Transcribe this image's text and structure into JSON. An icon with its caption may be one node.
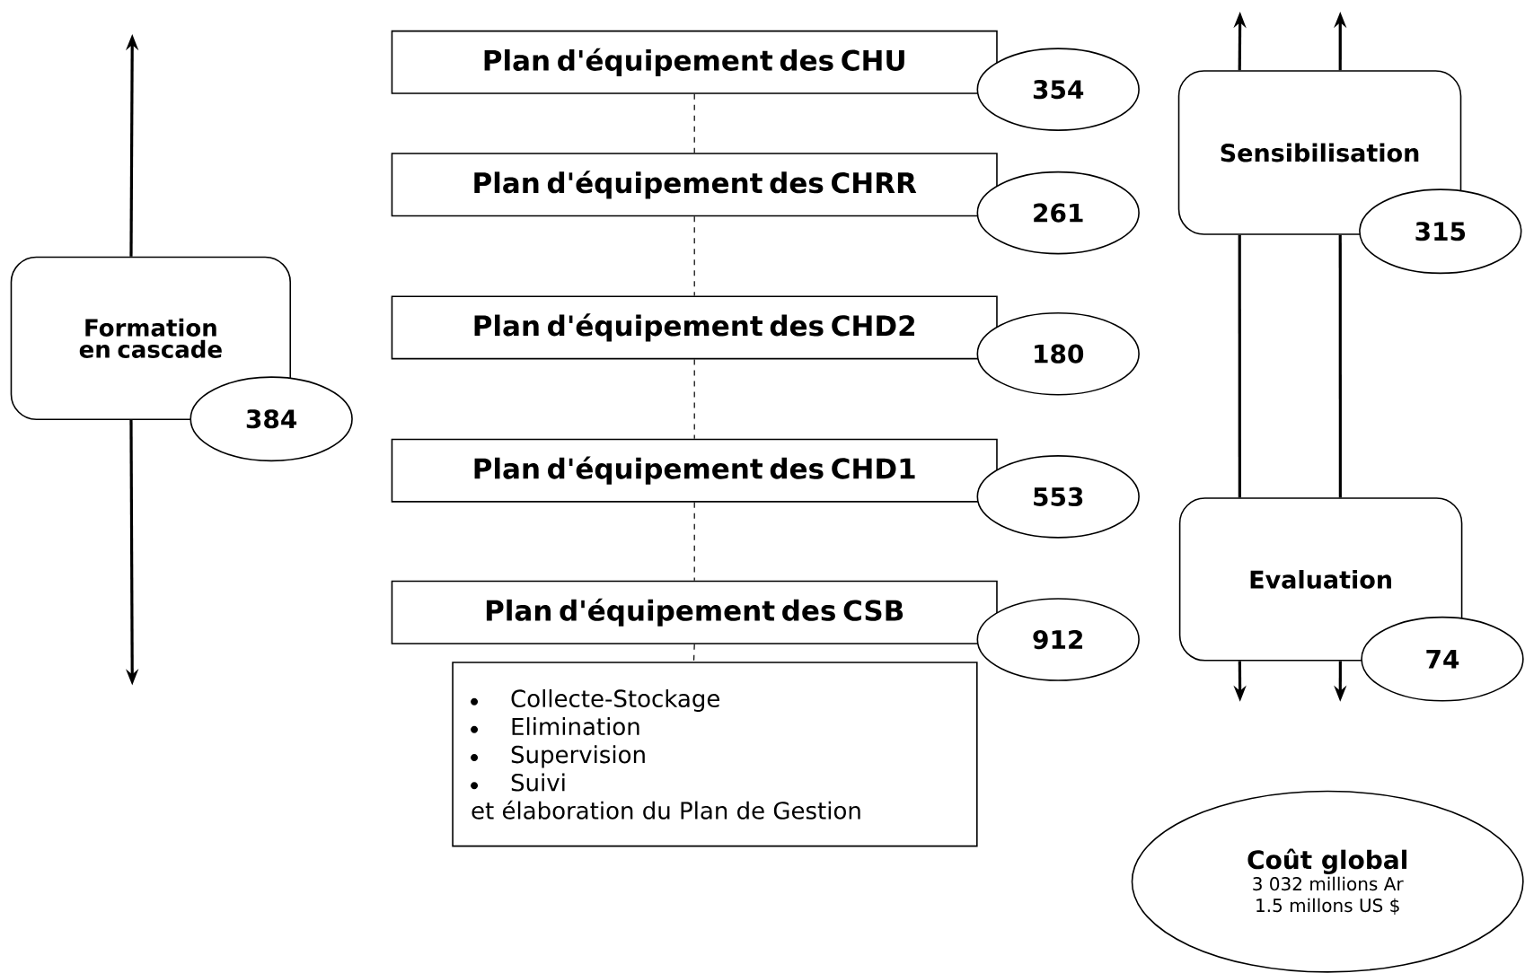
{
  "diagram": {
    "nodes": [
      {
        "text": [
          "Formation en cascade"
        ]
      },
      {
        "text": [
          "384"
        ]
      },
      {
        "text": [
          "Plan d'équipement des CHU"
        ]
      },
      {
        "text": [
          "354"
        ]
      },
      {
        "text": [
          "Plan d'équipement des CHRR"
        ]
      },
      {
        "text": [
          "261"
        ]
      },
      {
        "text": [
          "Plan d'équipement des CHD2"
        ]
      },
      {
        "text": [
          "180"
        ]
      },
      {
        "text": [
          "Plan d'équipement des CHD1"
        ]
      },
      {
        "text": [
          "553"
        ]
      },
      {
        "text": [
          "Plan d'équipement des CSB"
        ]
      },
      {
        "text": [
          "912"
        ]
      },
      {
        "text": [
          "Collecte-Stockage",
          "Elimination",
          "Supervision",
          "Suivi",
          "et élaboration du Plan de Gestion"
        ]
      },
      {
        "text": [
          "Sensibilisation"
        ]
      },
      {
        "text": [
          "315"
        ]
      },
      {
        "text": [
          "Evaluation"
        ]
      },
      {
        "text": [
          "74"
        ]
      },
      {
        "text": [
          "Coût global",
          "3 032 millions Ar",
          "1.5 millons US $"
        ]
      }
    ],
    "edges": [
      {
        "from": 2,
        "to": 4,
        "arrow": "none",
        "style": "dashed"
      },
      {
        "from": 4,
        "to": 6,
        "arrow": "none",
        "style": "dashed"
      },
      {
        "from": 6,
        "to": 8,
        "arrow": "none",
        "style": "dashed"
      },
      {
        "from": 8,
        "to": 10,
        "arrow": "none",
        "style": "dashed"
      },
      {
        "from": 10,
        "to": 12,
        "arrow": "none",
        "style": "dashed"
      },
      {
        "from": 0,
        "to": null,
        "arrow": "to"
      },
      {
        "from": 0,
        "to": null,
        "arrow": "to"
      },
      {
        "from": 13,
        "to": null,
        "arrow": "to"
      },
      {
        "from": 13,
        "to": null,
        "arrow": "to"
      },
      {
        "from": 13,
        "to": 15,
        "arrow": "none"
      },
      {
        "from": 13,
        "to": 15,
        "arrow": "none"
      },
      {
        "from": 15,
        "to": null,
        "arrow": "to"
      },
      {
        "from": 15,
        "to": null,
        "arrow": "to"
      }
    ]
  }
}
